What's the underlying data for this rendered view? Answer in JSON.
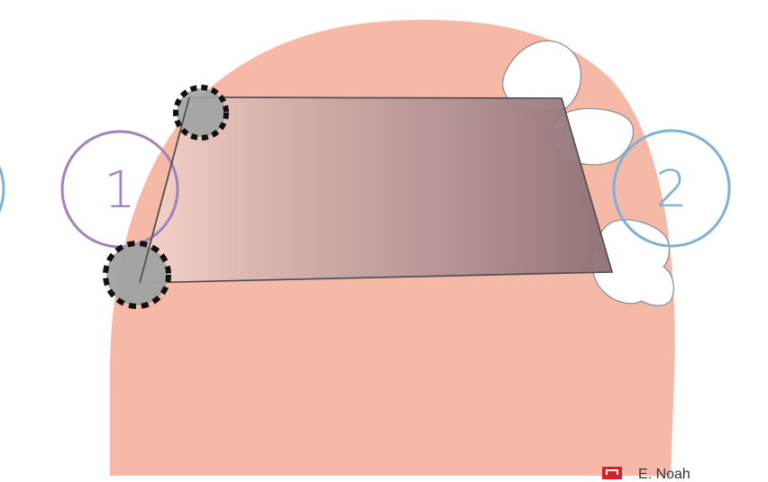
{
  "diagram": {
    "markers": [
      {
        "label": "1",
        "color": "#a082bd"
      },
      {
        "label": "2",
        "color": "#7fb0d8"
      }
    ],
    "colors": {
      "tissue": "#f6b8a7",
      "trapezoid_stroke": "#4b4b4f",
      "handle_fill": "#9fa3a2",
      "handle_dash": "#111111",
      "outline": "#8b8b8b"
    },
    "icons": [
      "handle-icon",
      "footer-logo-icon"
    ]
  },
  "footer": {
    "brand_color": "#d8202b",
    "text": "E. Noah"
  }
}
